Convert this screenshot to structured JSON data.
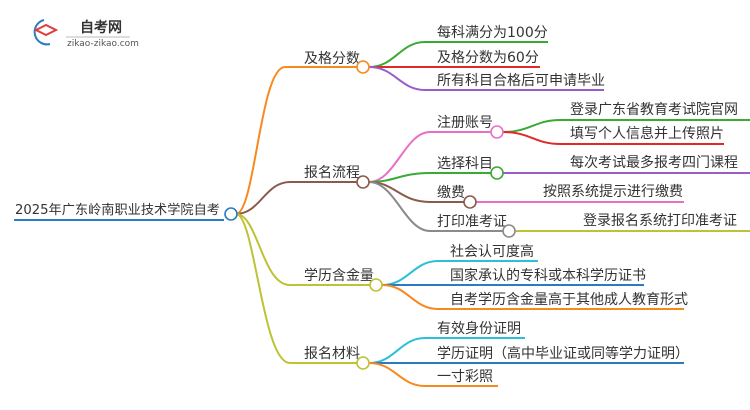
{
  "logo": {
    "title": "自考网",
    "subtitle": "zikao-zikao.com"
  },
  "root": "2025年广东岭南职业技术学院自考",
  "branches": [
    {
      "label": "及格分数",
      "children": [
        "每科满分为100分",
        "及格分数为60分",
        "所有科目合格后可申请毕业"
      ]
    },
    {
      "label": "报名流程",
      "children": [
        {
          "label": "注册账号",
          "children": [
            "登录广东省教育考试院官网",
            "填写个人信息并上传照片"
          ]
        },
        {
          "label": "选择科目",
          "children": [
            "每次考试最多报考四门课程"
          ]
        },
        {
          "label": "缴费",
          "children": [
            "按照系统提示进行缴费"
          ]
        },
        {
          "label": "打印准考证",
          "children": [
            "登录报名系统打印准考证"
          ]
        }
      ]
    },
    {
      "label": "学历含金量",
      "children": [
        "社会认可度高",
        "国家承认的专科或本科学历证书",
        "自考学历含金量高于其他成人教育形式"
      ]
    },
    {
      "label": "报名材料",
      "children": [
        "有效身份证明",
        "学历证明（高中毕业证或同等学力证明）",
        "一寸彩照"
      ]
    }
  ],
  "colors": {
    "root": "#2a7bc4",
    "orange": "#f7891e",
    "green": "#3aaa35",
    "red": "#e02a2a",
    "purple": "#9a5cc6",
    "brown": "#8b5a4a",
    "pink": "#e86fc6",
    "gray": "#8a8a8a",
    "olive": "#bfc234",
    "cyan": "#2bbfd9",
    "blue": "#2a7bc4"
  }
}
